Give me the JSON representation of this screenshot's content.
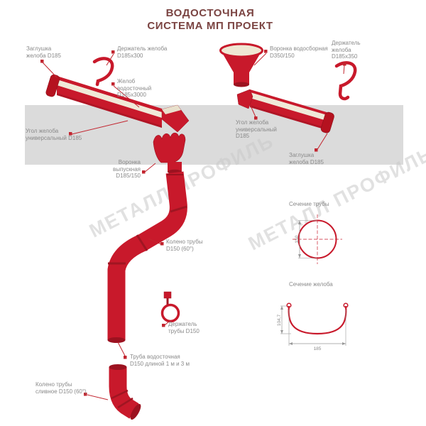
{
  "title": {
    "text": "ВОДОСТОЧНАЯ\nСИСТЕМА МП ПРОЕКТ"
  },
  "watermark": {
    "text": "МЕТАЛЛ ПРОФИЛЬ"
  },
  "labels": {
    "zaglushka_left": "Заглушка\nжелоба D185",
    "derzhatel_zheloba_300": "Держатель желоба\nD185х300",
    "voronka_vodosbornaya": "Воронка водосборная\nD350/150",
    "derzhatel_zheloba_350": "Держатель\nжелоба\nD185х350",
    "zhelob_vodostochny": "Желоб\nводосточный\nD185х3000",
    "ugol_left": "Угол желоба\nуниверсальный D185",
    "ugol_right": "Угол желоба\nуниверсальный\nD185",
    "zaglushka_right": "Заглушка\nжелоба D185",
    "voronka_vypusknaya": "Воронка\nвыпускная\nD185/150",
    "koleno_truby": "Колено трубы\nD150 (60°)",
    "derzhatel_truby": "Держатель\nтрубы D150",
    "truba_vodostochnaya": "Труба водосточная\nD150 длиной 1 м и 3 м",
    "koleno_slivnoe": "Колено трубы\nсливное D150 (60°)"
  },
  "sections": {
    "pipe": {
      "title": "Сечение трубы",
      "diameter": "150"
    },
    "gutter": {
      "title": "Сечение желоба",
      "width": "185",
      "height": "104,7"
    }
  },
  "colors": {
    "part_red": "#c8192b",
    "part_red_dark": "#9c1220",
    "title_color": "#7b4442",
    "label_gray": "#8a8a8a",
    "band_gray": "#dbdbdb",
    "watermark_gray": "#c9c9c9",
    "gutter_inner_cream": "#f0e9d8"
  }
}
